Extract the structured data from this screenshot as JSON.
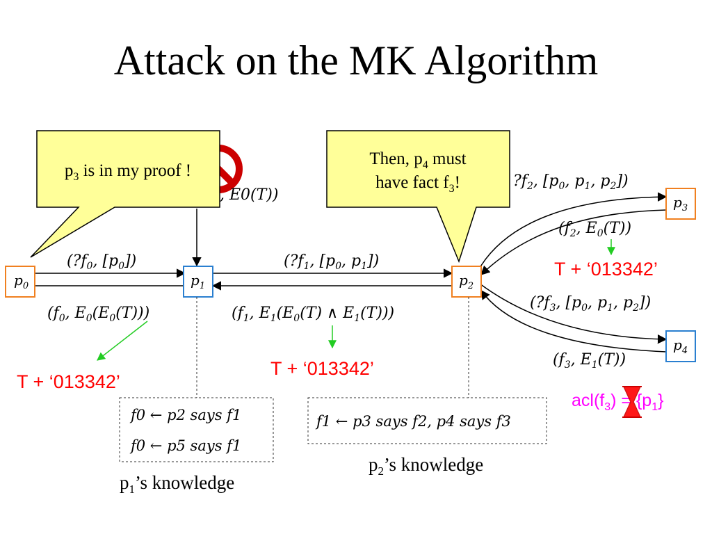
{
  "title": "Attack on the MK Algorithm",
  "nodes": {
    "p0": "p",
    "p0_sub": "0",
    "p1": "p",
    "p1_sub": "1",
    "p2": "p",
    "p2_sub": "2",
    "p3": "p",
    "p3_sub": "3",
    "p4": "p",
    "p4_sub": "4"
  },
  "edges": {
    "q0": "(?f0, [p0])",
    "r0": "(f0, E0(E0(T)))",
    "q1": "(?f1, [p0, p1])",
    "r1": "(f1, E1(E0(T) ∧ E1(T)))",
    "q2": "(?f2, [p0, p1, p2])",
    "r2": "(f2, E0(T))",
    "q3": "(?f3, [p0, p1, p2])",
    "r3": "(f3, E1(T))",
    "behind_bubble": ", E0(T))"
  },
  "annotations": {
    "t_left": "T + ‘013342’",
    "t_mid": "T + ‘013342’",
    "t_right": "T + ‘013342’"
  },
  "callouts": {
    "left_pre": "p",
    "left_sub": "3",
    "left_post": " is in my proof !",
    "right_line1_pre": "Then, p",
    "right_line1_sub": "4",
    "right_line1_post": " must",
    "right_line2_pre": "have fact f",
    "right_line2_sub": "3",
    "right_line2_post": "!"
  },
  "knowledge": {
    "p1_rules": [
      "f0 ← p2 says f1",
      "f0 ← p5 says f1"
    ],
    "p2_rules": [
      "f1 ← p3 says f2, p4 says f3"
    ],
    "p1_caption_pre": "p",
    "p1_caption_sub": "1",
    "p1_caption_post": "’s knowledge",
    "p2_caption_pre": "p",
    "p2_caption_sub": "2",
    "p2_caption_post": "’s knowledge"
  },
  "acl": {
    "pre": "acl(f",
    "sub": "3",
    "mid": ") = {p",
    "sub2": "1",
    "post": "}"
  },
  "colors": {
    "orange_node": "#f08020",
    "blue_node": "#2a7fd0",
    "bubble_fill": "#ffff99",
    "red": "#ff0000",
    "green": "#22cc22",
    "magenta": "#ff00ff",
    "prohibit": "#cc0000"
  },
  "icons": [
    "prohibition-icon",
    "hourglass-icon"
  ]
}
